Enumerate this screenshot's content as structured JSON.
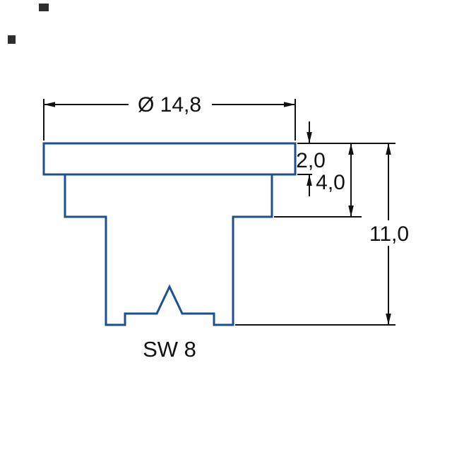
{
  "colors": {
    "background": "#ffffff",
    "part_outline": "#1d4f91",
    "dimension_lines": "#111111",
    "text": "#111111",
    "artifact": "#2e2e2e"
  },
  "drawing": {
    "labels": {
      "diameter": "Ø 14,8",
      "flange_thickness": "2,0",
      "head_height": "4,0",
      "total_height": "11,0",
      "wrench_size": "SW 8"
    }
  }
}
